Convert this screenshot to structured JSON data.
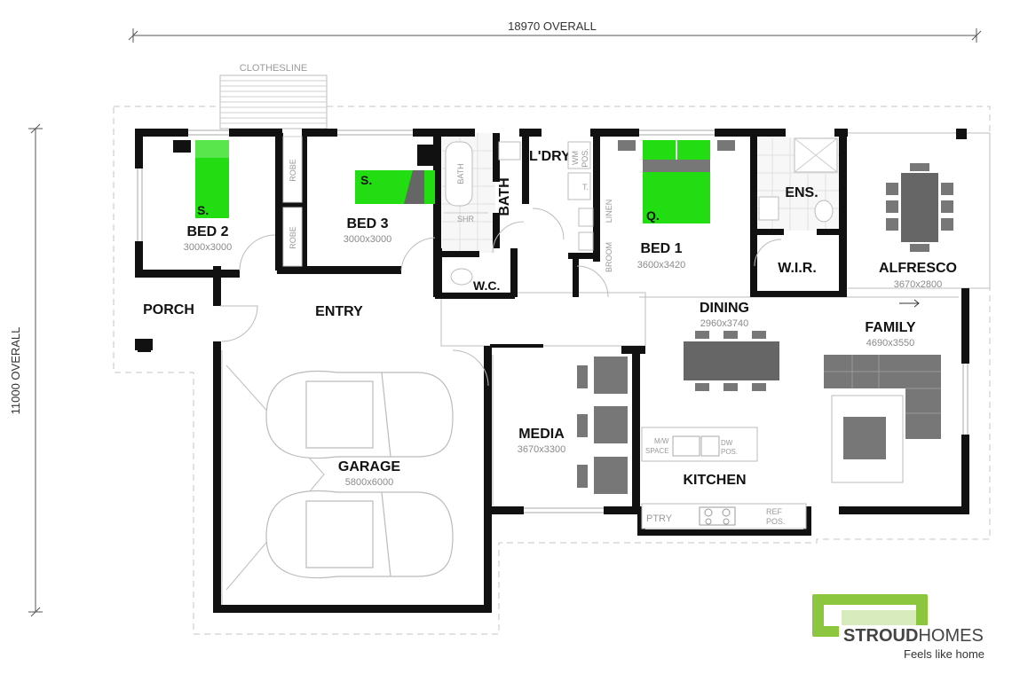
{
  "dimensions": {
    "overall_width": "18970 OVERALL",
    "overall_depth": "11000 OVERALL"
  },
  "annotations": {
    "clothesline": "CLOTHESLINE"
  },
  "rooms": {
    "bed2": {
      "name": "BED 2",
      "dims": "3000x3000",
      "bed_label": "S."
    },
    "bed3": {
      "name": "BED 3",
      "dims": "3000x3000",
      "bed_label": "S."
    },
    "bath": {
      "name": "BATH"
    },
    "laundry": {
      "name": "L'DRY"
    },
    "bed1": {
      "name": "BED 1",
      "dims": "3600x3420",
      "bed_label": "Q."
    },
    "ensuite": {
      "name": "ENS."
    },
    "wir": {
      "name": "W.I.R."
    },
    "alfresco": {
      "name": "ALFRESCO",
      "dims": "3670x2800"
    },
    "porch": {
      "name": "PORCH"
    },
    "entry": {
      "name": "ENTRY"
    },
    "wc": {
      "name": "W.C."
    },
    "dining": {
      "name": "DINING",
      "dims": "2960x3740"
    },
    "family": {
      "name": "FAMILY",
      "dims": "4690x3550"
    },
    "media": {
      "name": "MEDIA",
      "dims": "3670x3300"
    },
    "garage": {
      "name": "GARAGE",
      "dims": "5800x6000"
    },
    "kitchen": {
      "name": "KITCHEN"
    }
  },
  "fixtures": {
    "robe1": "ROBE",
    "robe2": "ROBE",
    "bath_tub": "BATH",
    "shower": "SHR",
    "washer": "WM",
    "washer_pos": "POS.",
    "tub": "T.",
    "linen": "LINEN",
    "broom": "BROOM",
    "microwave": "M/W",
    "microwave_space": "SPACE",
    "dishwasher": "DW",
    "dishwasher_pos": "POS.",
    "pantry": "PTRY",
    "fridge": "REF",
    "fridge_pos": "POS."
  },
  "logo": {
    "brand_bold": "STROUD",
    "brand_light": "HOMES",
    "tagline": "Feels like home",
    "green": "#8cc63f",
    "grey": "#666666"
  },
  "colors": {
    "bed_green": "#22dd11",
    "wall": "#111111",
    "furniture": "#777777"
  }
}
